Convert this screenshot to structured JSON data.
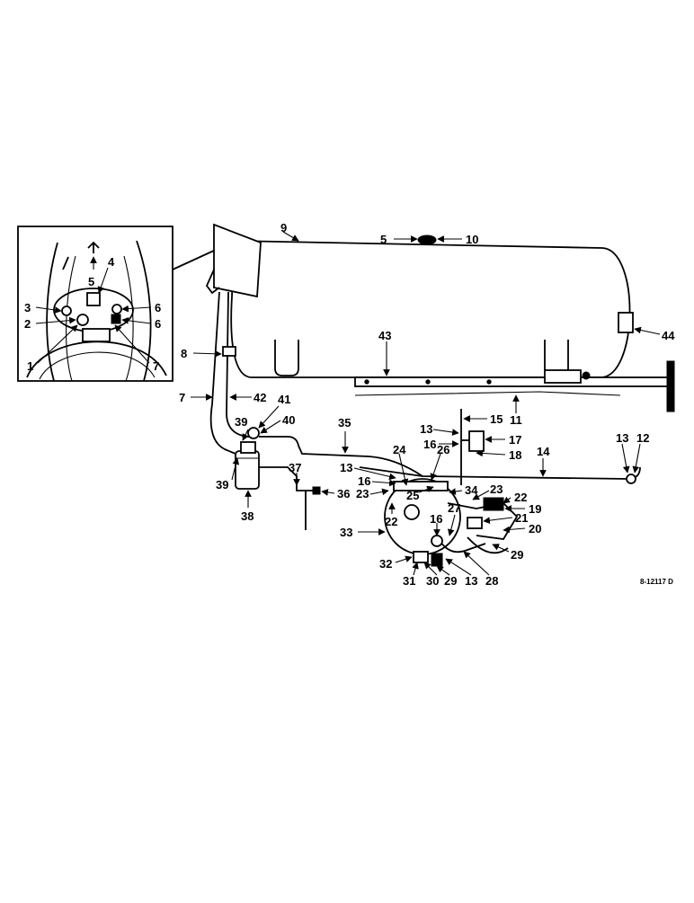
{
  "diagram": {
    "drawing_code": "8-12117 D",
    "inset_labels": [
      "5",
      "4",
      "3",
      "6",
      "2",
      "6",
      "1",
      "7"
    ],
    "tank_labels": [
      "9",
      "5",
      "10",
      "44",
      "43",
      "8",
      "11"
    ],
    "line_labels": [
      "7",
      "42",
      "41",
      "39",
      "40",
      "35",
      "39",
      "38",
      "37",
      "36",
      "13",
      "15",
      "16",
      "17",
      "18",
      "14",
      "13",
      "12"
    ],
    "pump_labels": [
      "24",
      "26",
      "13",
      "16",
      "23",
      "25",
      "34",
      "23",
      "22",
      "19",
      "22",
      "21",
      "20",
      "33",
      "27",
      "16",
      "29",
      "32",
      "31",
      "30",
      "29",
      "13",
      "28"
    ]
  }
}
